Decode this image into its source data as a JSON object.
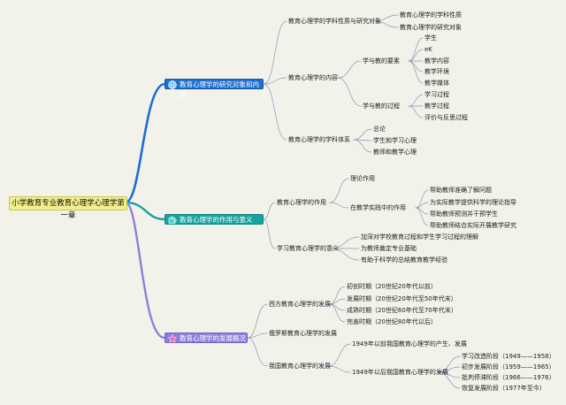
{
  "root": "小学教育专业教育心理学心理学第一章",
  "branch1": {
    "title": "教育心理学的研究对象和内容",
    "icon": "globe-icon",
    "n1": "教育心理学的学科性质与研究对象",
    "n1_children": [
      "教育心理学的学科性质",
      "教育心理学的研究对象"
    ],
    "n2": "教育心理学的内容",
    "n2a": "学与教的要素",
    "n2a_children": [
      "学生",
      "eK",
      "教学内容",
      "教学环境",
      "教学媒体"
    ],
    "n2b": "学与教的过程",
    "n2b_children": [
      "学习过程",
      "教学过程",
      "评价与反思过程"
    ],
    "n3": "教育心理学的学科体系",
    "n3_children": [
      "总论",
      "学生和学习心理",
      "教师和教学心理"
    ]
  },
  "branch2": {
    "title": "教育心理学的作用与意义",
    "icon": "puzzle-icon",
    "n1": "教育心理学的作用",
    "n1a": "理论作用",
    "n1b": "在教学实践中的作用",
    "n1b_children": [
      "帮助教师准确了解问题",
      "为实际教学提供科学的理论指导",
      "帮助教师预测并干预学生",
      "帮助教师结合实际开展教学研究"
    ],
    "n2": "学习教育心理学的意义",
    "n2_children": [
      "加深对学校教育过程和学生学习过程的理解",
      "为教师奠定专业基础",
      "有助于科学的总结教育教学经验"
    ]
  },
  "branch3": {
    "title": "教育心理学的发展概况",
    "icon": "star-icon",
    "n1": "西方教育心理学的发展",
    "n1_children": [
      "初创时期（20世纪20年代以前）",
      "发展时期（20世纪20年代至50年代末）",
      "成熟时期（20世纪60年代至70年代末）",
      "完善时期（20世纪80年代以后）"
    ],
    "n2": "俄罗斯教育心理学的发展",
    "n3": "我国教育心理学的发展",
    "n3a": "1949年以前我国教育心理学的产生、发展",
    "n3b": "1949年以后我国教育心理学的发展",
    "n3b_children": [
      "学习改造阶段（1949——1958）",
      "初步发展阶段（1959——1965）",
      "批判停滞阶段（1966——1976）",
      "恢复发展阶段（1977年至今）"
    ]
  },
  "colors": {
    "blue": "#1e6fd0",
    "teal": "#17a3a0",
    "purple": "#8c7fdc",
    "line": "#8a97b4"
  }
}
